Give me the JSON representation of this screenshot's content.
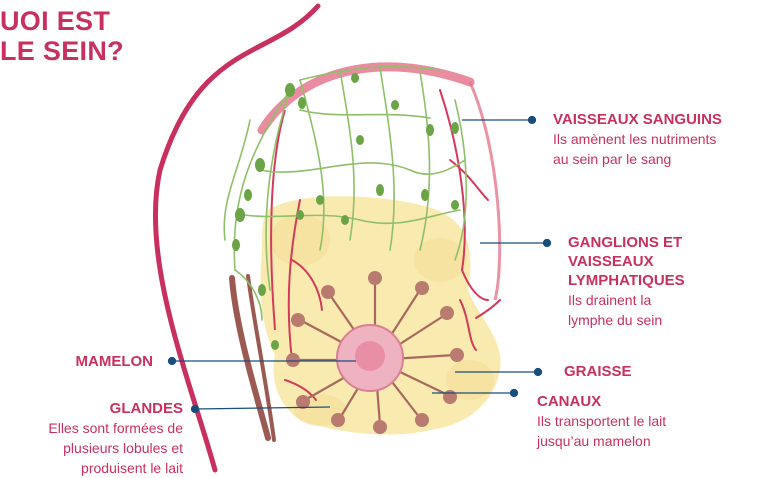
{
  "title": {
    "line1": "UOI EST",
    "line2": "LE SEIN?"
  },
  "labels": {
    "vaisseaux_sanguins": {
      "heading": "VAISSEAUX SANGUINS",
      "desc1": "Ils amènent les nutriments",
      "desc2": "au sein par le sang"
    },
    "ganglions": {
      "heading1": "GANGLIONS ET",
      "heading2": "VAISSEAUX",
      "heading3": "LYMPHATIQUES",
      "desc1": "Ils drainent la",
      "desc2": "lymphe du sein"
    },
    "graisse": {
      "heading": "GRAISSE"
    },
    "canaux": {
      "heading": "CANAUX",
      "desc1": "Ils transportent le lait",
      "desc2": "jusqu’au mamelon"
    },
    "mamelon": {
      "heading": "MAMELON"
    },
    "glandes": {
      "heading": "GLANDES",
      "desc1": "Elles sont formées de",
      "desc2": "plusieurs lobules et",
      "desc3": "produisent le lait"
    }
  },
  "colors": {
    "accent": "#c8315f",
    "leader": "#1a4e7a",
    "vessel": "#d33a5c",
    "lymph": "#8fbf6a",
    "node": "#6aa446",
    "fat": "#f9eab0",
    "gland": "#a8685f",
    "nipple": "#e88fa6",
    "arm": "#9a5a52"
  }
}
